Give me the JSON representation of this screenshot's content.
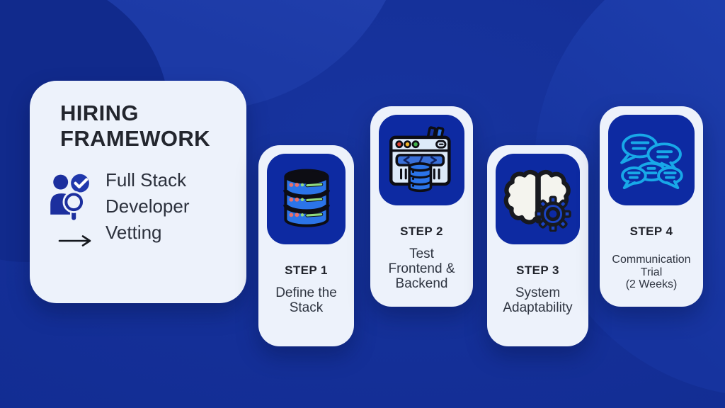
{
  "page": {
    "background_color": "#14309A",
    "card_color": "#EDF2FB",
    "tile_color": "#0D2AA2",
    "accent_blue": "#2B74E8",
    "chat_icon_color": "#18A8E8",
    "text_color": "#23262E"
  },
  "intro": {
    "title_line1": "HIRING",
    "title_line2": "FRAMEWORK",
    "subtitle_lines": [
      "Full Stack",
      "Developer",
      "Vetting"
    ],
    "icons": [
      "person-search-icon",
      "arrow-right-icon"
    ]
  },
  "steps": [
    {
      "label": "STEP 1",
      "title_lines": [
        "Define the",
        "Stack"
      ],
      "icon": "database-stack-icon"
    },
    {
      "label": "STEP 2",
      "title_lines": [
        "Test",
        "Frontend &",
        "Backend"
      ],
      "icon": "browser-database-icon"
    },
    {
      "label": "STEP 3",
      "title_lines": [
        "System",
        "Adaptability"
      ],
      "icon": "brain-gear-icon"
    },
    {
      "label": "STEP 4",
      "title_lines": [
        "Communication",
        "Trial",
        "(2 Weeks)"
      ],
      "icon": "chat-bubbles-icon"
    }
  ]
}
